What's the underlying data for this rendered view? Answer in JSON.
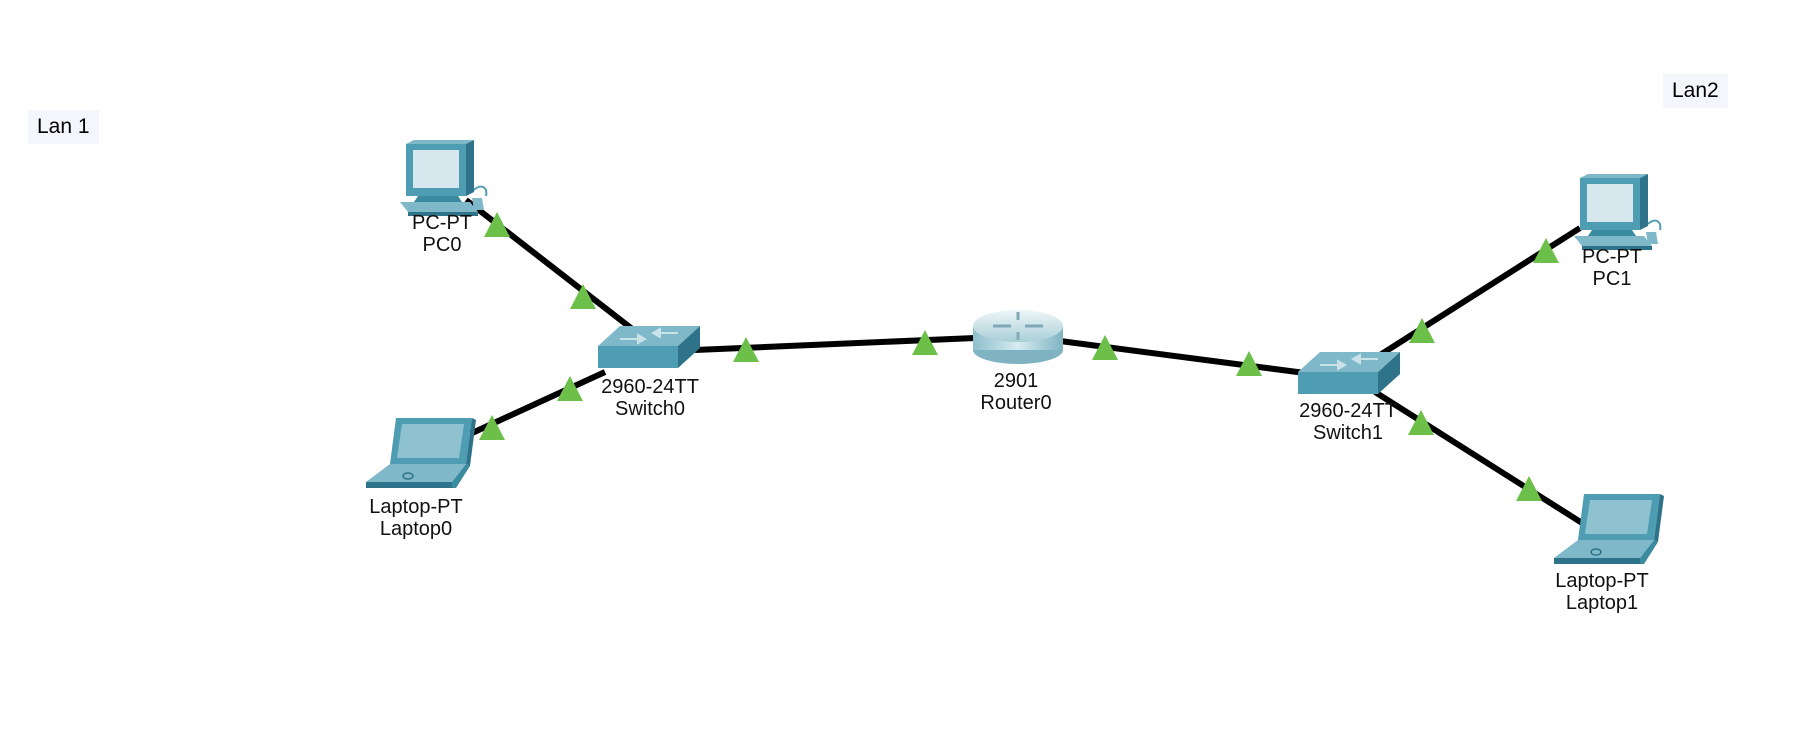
{
  "notes": [
    {
      "id": "lan1",
      "text": "Lan 1"
    },
    {
      "id": "lan2",
      "text": "Lan2"
    }
  ],
  "devices": {
    "pc0": {
      "model": "PC-PT",
      "name": "PC0",
      "icon": "desktop-pc-icon"
    },
    "laptop0": {
      "model": "Laptop-PT",
      "name": "Laptop0",
      "icon": "laptop-icon"
    },
    "switch0": {
      "model": "2960-24TT",
      "name": "Switch0",
      "icon": "switch-icon"
    },
    "router0": {
      "model": "2901",
      "name": "Router0",
      "icon": "router-icon"
    },
    "switch1": {
      "model": "2960-24TT",
      "name": "Switch1",
      "icon": "switch-icon"
    },
    "pc1": {
      "model": "PC-PT",
      "name": "PC1",
      "icon": "desktop-pc-icon"
    },
    "laptop1": {
      "model": "Laptop-PT",
      "name": "Laptop1",
      "icon": "laptop-icon"
    }
  },
  "links": [
    {
      "from": "pc0",
      "to": "switch0",
      "status": "up"
    },
    {
      "from": "laptop0",
      "to": "switch0",
      "status": "up"
    },
    {
      "from": "switch0",
      "to": "router0",
      "status": "up"
    },
    {
      "from": "router0",
      "to": "switch1",
      "status": "up"
    },
    {
      "from": "switch1",
      "to": "pc1",
      "status": "up"
    },
    {
      "from": "switch1",
      "to": "laptop1",
      "status": "up"
    }
  ],
  "colors": {
    "link": "#000000",
    "link_up": "#6cc04a",
    "device": "#4f9db2",
    "device_dark": "#2e7389",
    "background": "#ffffff"
  }
}
